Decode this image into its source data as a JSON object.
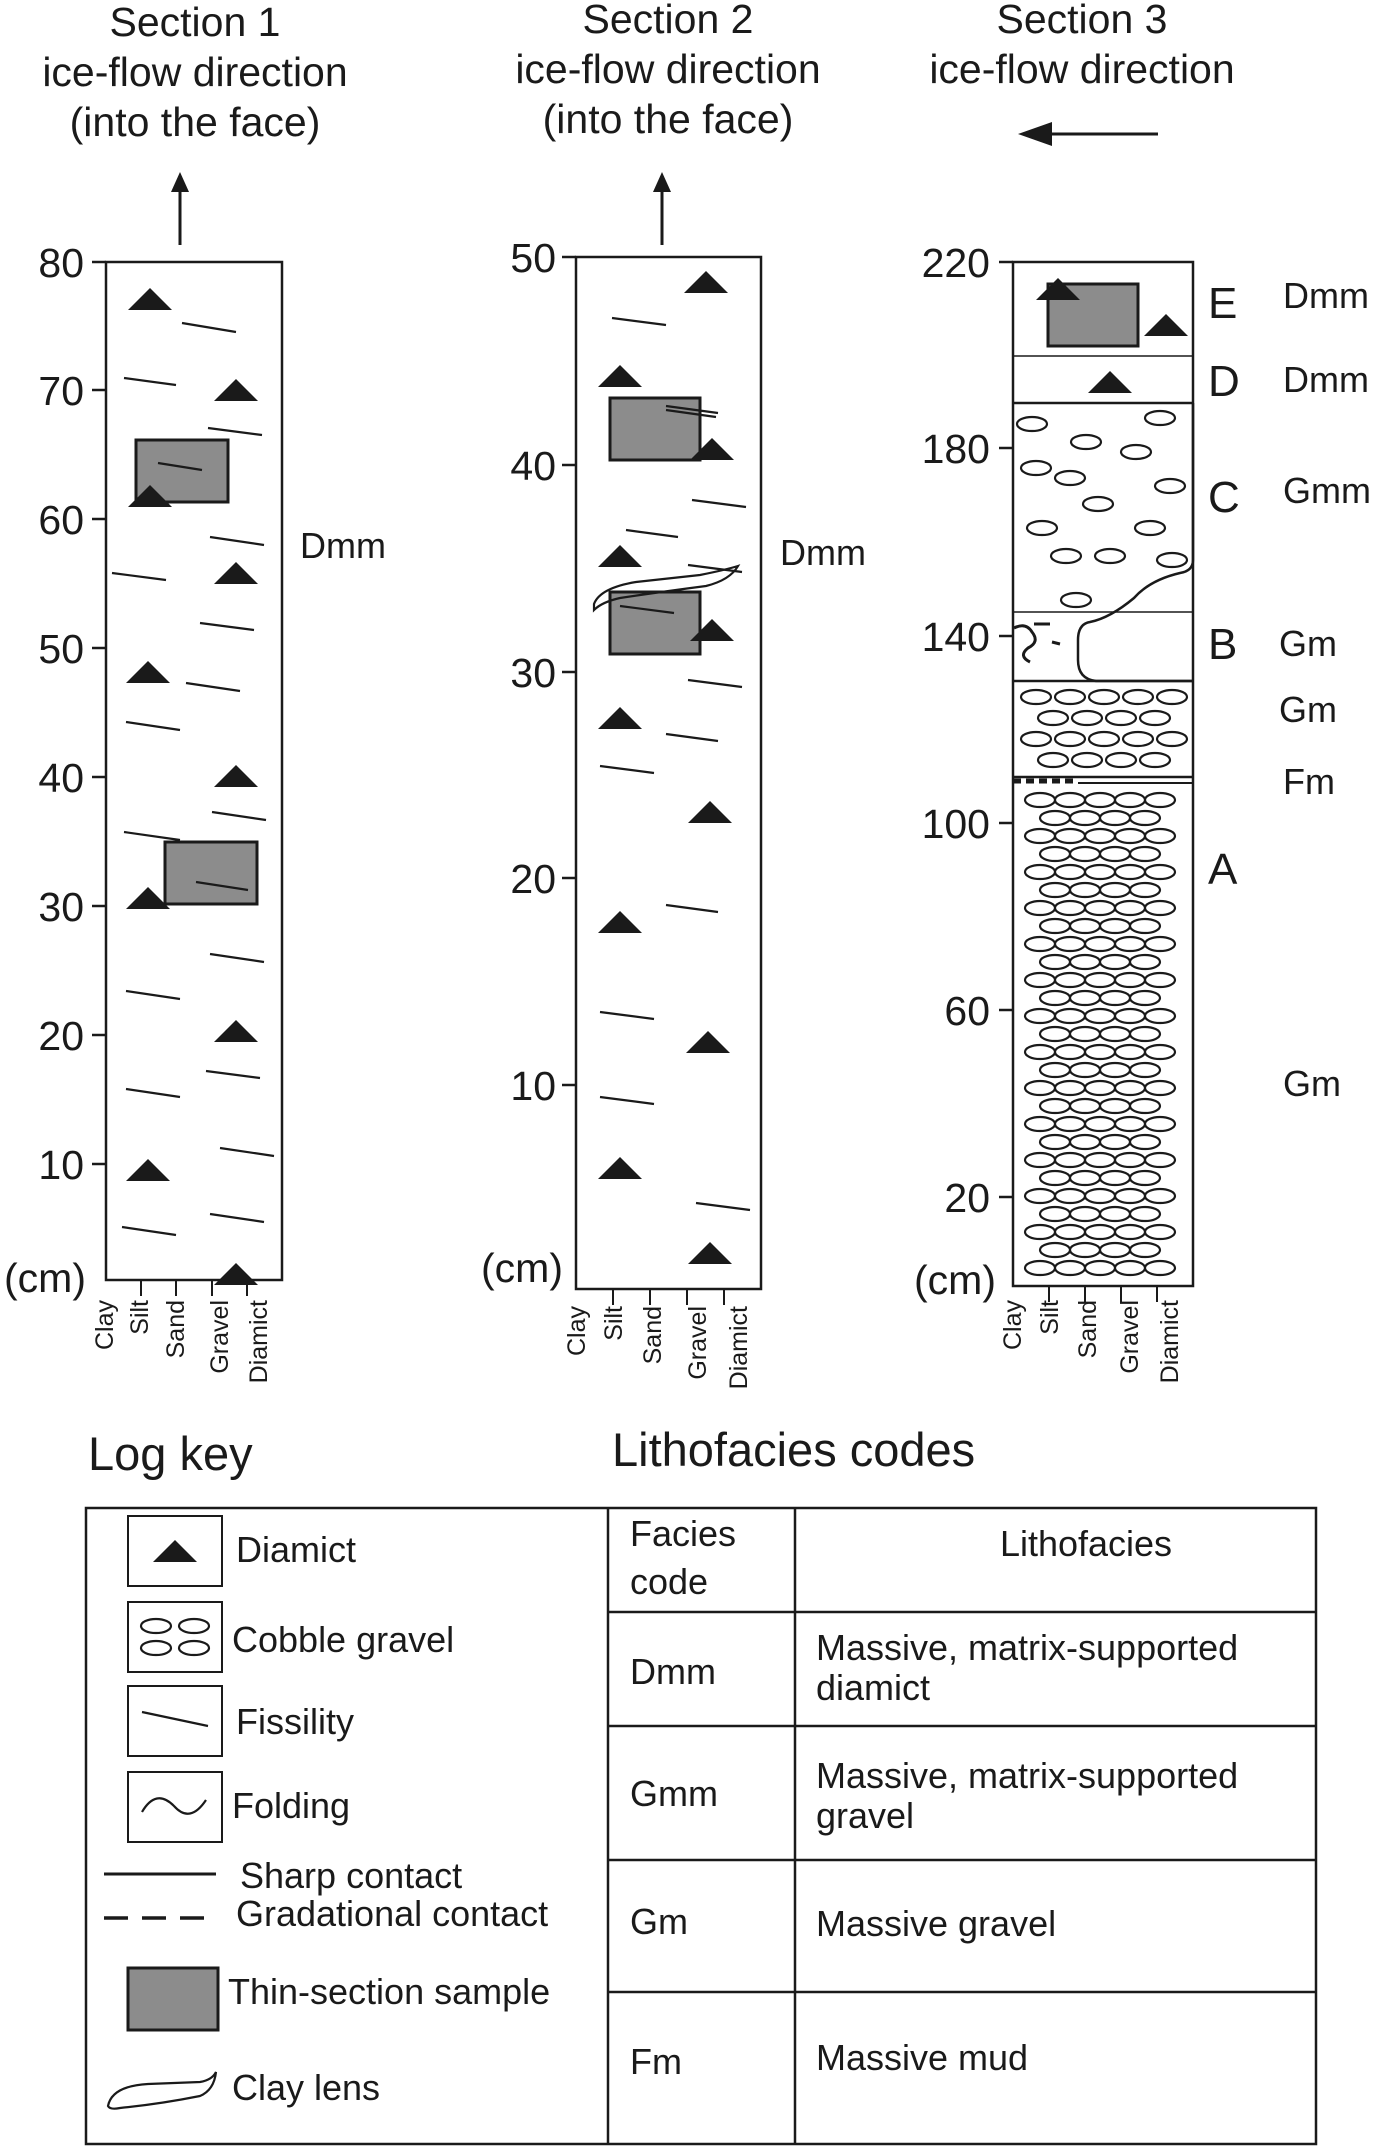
{
  "sections": [
    {
      "title": "Section 1",
      "subtitle1": "ice-flow direction",
      "subtitle2": "(into the face)",
      "unit": "(cm)",
      "ticks": [
        "80",
        "70",
        "60",
        "50",
        "40",
        "30",
        "20",
        "10"
      ],
      "facies": [
        "Dmm"
      ]
    },
    {
      "title": "Section 2",
      "subtitle1": "ice-flow direction",
      "subtitle2": "(into the face)",
      "unit": "(cm)",
      "ticks": [
        "50",
        "40",
        "30",
        "20",
        "10"
      ],
      "facies": [
        "Dmm"
      ]
    },
    {
      "title": "Section 3",
      "subtitle1": "ice-flow direction",
      "unit": "(cm)",
      "ticks": [
        "220",
        "180",
        "140",
        "100",
        "60",
        "20"
      ],
      "units": [
        "E",
        "D",
        "C",
        "B",
        "A"
      ],
      "facies": [
        "Dmm",
        "Dmm",
        "Gmm",
        "Gm",
        "Gm",
        "Fm",
        "Gm"
      ]
    }
  ],
  "grain_sizes": [
    "Clay",
    "Silt",
    "Sand",
    "Gravel",
    "Diamict"
  ],
  "log_key": {
    "title": "Log key",
    "items": [
      "Diamict",
      "Cobble gravel",
      "Fissility",
      "Folding",
      "Sharp contact",
      "Gradational contact",
      "Thin-section sample",
      "Clay lens"
    ]
  },
  "lithofacies": {
    "title": "Lithofacies codes",
    "header_code": [
      "Facies",
      "code"
    ],
    "header_desc": "Lithofacies",
    "rows": [
      {
        "code": "Dmm",
        "desc": [
          "Massive, matrix-supported",
          "diamict"
        ]
      },
      {
        "code": "Gmm",
        "desc": [
          "Massive, matrix-supported",
          "gravel"
        ]
      },
      {
        "code": "Gm",
        "desc": [
          "Massive gravel"
        ]
      },
      {
        "code": "Fm",
        "desc": [
          "Massive mud"
        ]
      }
    ]
  },
  "colors": {
    "sample_fill": "#8c8c8c",
    "line": "#1a1a1a"
  }
}
